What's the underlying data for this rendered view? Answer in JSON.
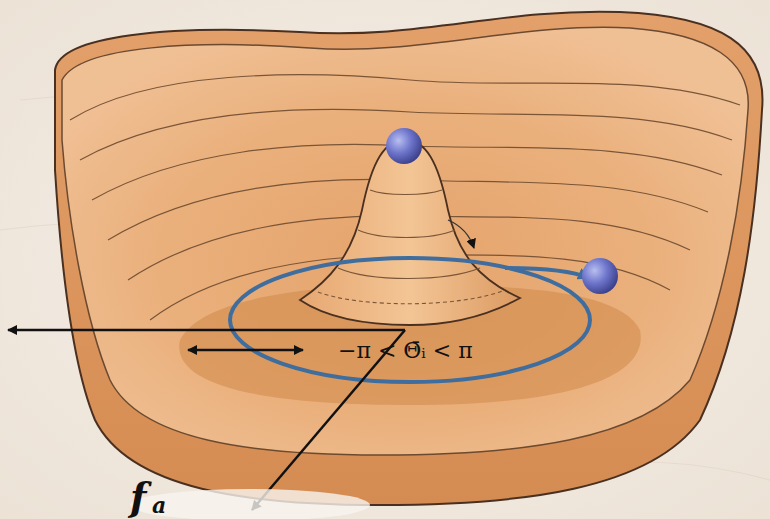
{
  "diagram": {
    "labels": [
      "−π < Θ̄ᵢ < π",
      "f",
      "a"
    ]
  }
}
